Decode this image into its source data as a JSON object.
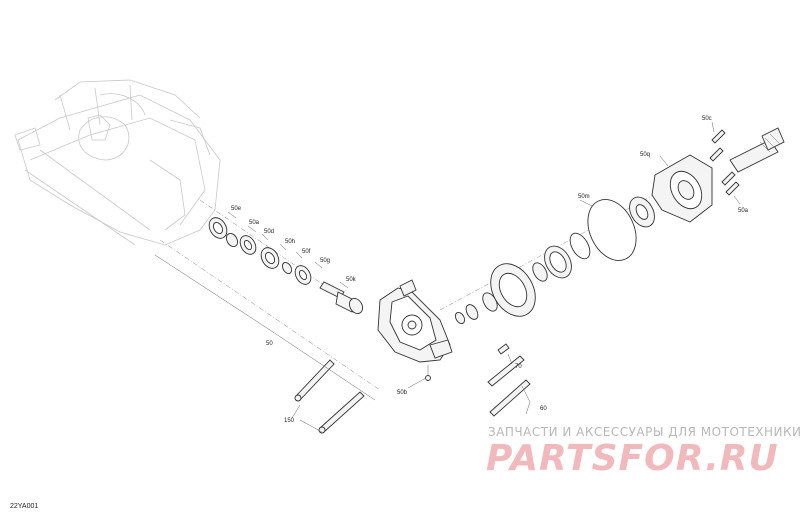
{
  "callouts": {
    "c50": "50",
    "c50a": "50a",
    "c50b": "50b",
    "c50c": "50c",
    "c50d": "50d",
    "c50e": "50e",
    "c50f": "50f",
    "c50g": "50g",
    "c50h": "50h",
    "c50k": "50k",
    "c50m": "50m",
    "c50q": "50q",
    "c60": "60",
    "c70": "70",
    "c150": "150"
  },
  "figure_code": "22YA001",
  "watermark": {
    "tagline": "ЗАПЧАСТИ И АКСЕССУАРЫ ДЛЯ МОТОТЕХНИКИ",
    "logo": "PARTSFOR.RU"
  },
  "colors": {
    "line": "#333333",
    "ghost": "#c9c9c9",
    "watermark_logo": "#f2b9bd"
  }
}
